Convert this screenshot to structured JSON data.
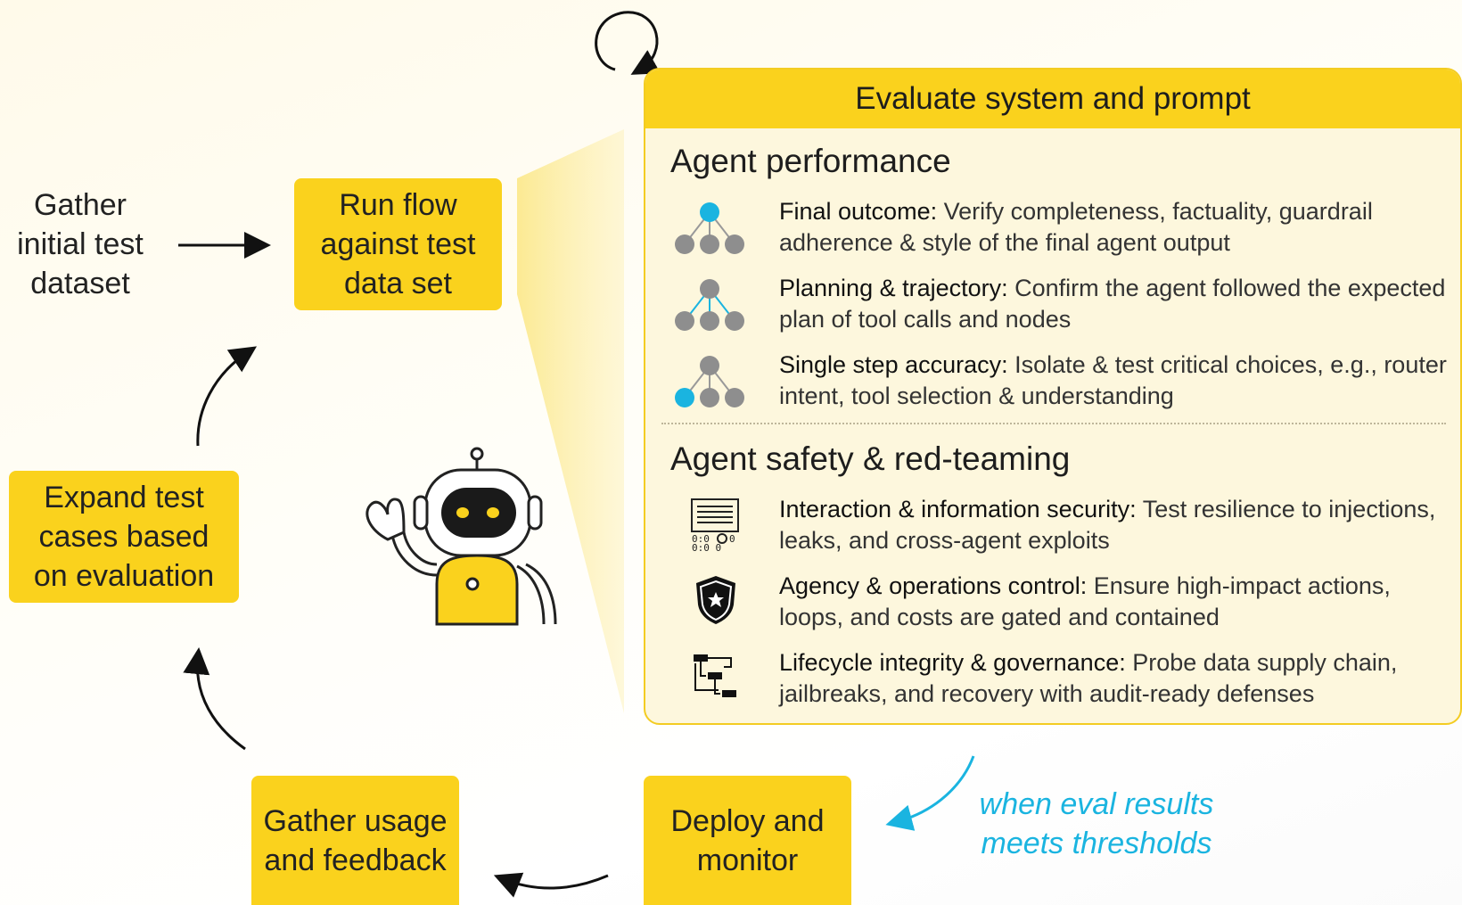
{
  "nodes": {
    "gather_initial": "Gather\ninitial test\ndataset",
    "run_flow": "Run flow\nagainst test\ndata set",
    "expand_tests": "Expand test\ncases based\non evaluation",
    "gather_usage": "Gather usage\nand feedback",
    "deploy_monitor": "Deploy and\nmonitor"
  },
  "panel": {
    "title": "Evaluate system and prompt",
    "sections": [
      {
        "title": "Agent performance",
        "items": [
          {
            "label": "Final outcome:",
            "text": " Verify completeness, factuality, guardrail adherence & style of the final agent output",
            "icon": "tree-root-highlight-icon"
          },
          {
            "label": "Planning & trajectory:",
            "text": " Confirm the agent followed the expected plan of tool calls and nodes",
            "icon": "tree-edges-highlight-icon"
          },
          {
            "label": "Single step accuracy:",
            "text": " Isolate & test critical choices, e.g., router intent, tool selection & understanding",
            "icon": "tree-leaf-highlight-icon"
          }
        ]
      },
      {
        "title": "Agent safety & red-teaming",
        "items": [
          {
            "label": "Interaction & information security:",
            "text": " Test resilience to injections, leaks, and cross-agent exploits",
            "icon": "binary-code-gear-icon"
          },
          {
            "label": "Agency & operations control:",
            "text": " Ensure high-impact actions, loops, and costs are gated and contained",
            "icon": "shield-star-icon"
          },
          {
            "label": "Lifecycle integrity & governance:",
            "text": " Probe data supply chain, jailbreaks, and recovery with audit-ready defenses",
            "icon": "workflow-flow-icon"
          }
        ]
      }
    ]
  },
  "note": "when eval results\nmeets thresholds",
  "colors": {
    "accent": "#fad21d",
    "panel_bg": "#fdf7dd",
    "cyan": "#1ab4e0",
    "node_gray": "#8e8e8e"
  }
}
